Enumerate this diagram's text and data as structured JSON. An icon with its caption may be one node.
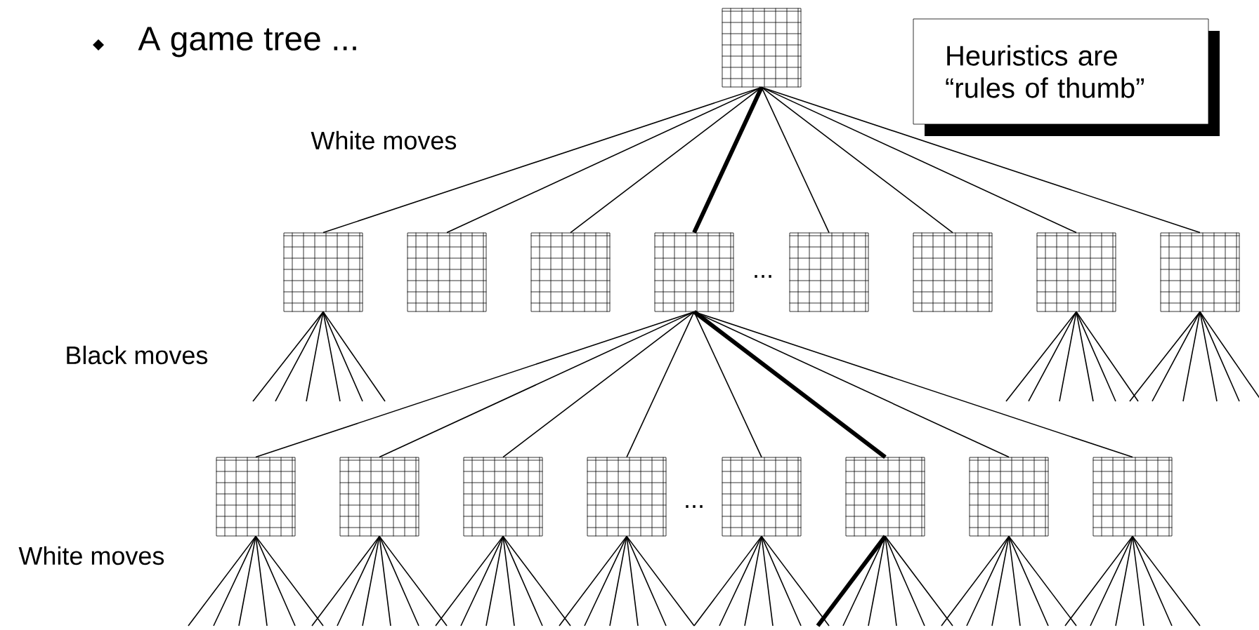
{
  "diagram": {
    "nodes": [
      {
        "text": [],
        "shape": "grid"
      },
      {
        "text": [
          "Heuristics are “rules of thumb”"
        ]
      },
      {
        "text": [],
        "shape": "grid"
      },
      {
        "text": [],
        "shape": "grid"
      },
      {
        "text": [],
        "shape": "grid"
      },
      {
        "text": [],
        "shape": "grid"
      },
      {
        "text": [],
        "shape": "grid"
      },
      {
        "text": [],
        "shape": "grid"
      },
      {
        "text": [],
        "shape": "grid"
      },
      {
        "text": [],
        "shape": "grid"
      },
      {
        "text": [],
        "shape": "grid"
      },
      {
        "text": [],
        "shape": "grid"
      },
      {
        "text": [],
        "shape": "grid"
      },
      {
        "text": [],
        "shape": "grid"
      },
      {
        "text": [],
        "shape": "grid"
      },
      {
        "text": [],
        "shape": "grid"
      },
      {
        "text": [],
        "shape": "grid"
      },
      {
        "text": [],
        "shape": "grid"
      }
    ],
    "edges": [
      {
        "from": 0,
        "to": 2,
        "arrow": "none"
      },
      {
        "from": 0,
        "to": 3,
        "arrow": "none"
      },
      {
        "from": 0,
        "to": 4,
        "arrow": "none"
      },
      {
        "from": 0,
        "to": 5,
        "arrow": "none",
        "style": "thick"
      },
      {
        "from": 0,
        "to": 6,
        "arrow": "none"
      },
      {
        "from": 0,
        "to": 7,
        "arrow": "none"
      },
      {
        "from": 0,
        "to": 8,
        "arrow": "none"
      },
      {
        "from": 0,
        "to": 9,
        "arrow": "none"
      },
      {
        "from": 5,
        "to": 10,
        "arrow": "none"
      },
      {
        "from": 5,
        "to": 11,
        "arrow": "none"
      },
      {
        "from": 5,
        "to": 12,
        "arrow": "none"
      },
      {
        "from": 5,
        "to": 13,
        "arrow": "none"
      },
      {
        "from": 5,
        "to": 14,
        "arrow": "none"
      },
      {
        "from": 5,
        "to": 15,
        "arrow": "none",
        "style": "thick"
      },
      {
        "from": 5,
        "to": 16,
        "arrow": "none"
      },
      {
        "from": 5,
        "to": 17,
        "arrow": "none"
      },
      {
        "from": 2,
        "to": null,
        "arrow": "none"
      },
      {
        "from": 2,
        "to": null,
        "arrow": "none"
      },
      {
        "from": 2,
        "to": null,
        "arrow": "none"
      },
      {
        "from": 2,
        "to": null,
        "arrow": "none"
      },
      {
        "from": 2,
        "to": null,
        "arrow": "none"
      },
      {
        "from": 2,
        "to": null,
        "arrow": "none"
      },
      {
        "from": 8,
        "to": null,
        "arrow": "none"
      },
      {
        "from": 8,
        "to": null,
        "arrow": "none"
      },
      {
        "from": 8,
        "to": null,
        "arrow": "none"
      },
      {
        "from": 8,
        "to": null,
        "arrow": "none"
      },
      {
        "from": 8,
        "to": null,
        "arrow": "none"
      },
      {
        "from": 8,
        "to": null,
        "arrow": "none"
      },
      {
        "from": 9,
        "to": null,
        "arrow": "none"
      },
      {
        "from": 9,
        "to": null,
        "arrow": "none"
      },
      {
        "from": 9,
        "to": null,
        "arrow": "none"
      },
      {
        "from": 9,
        "to": null,
        "arrow": "none"
      },
      {
        "from": 9,
        "to": null,
        "arrow": "none"
      },
      {
        "from": 9,
        "to": null,
        "arrow": "none"
      },
      {
        "from": 10,
        "to": null,
        "arrow": "none"
      },
      {
        "from": 10,
        "to": null,
        "arrow": "none"
      },
      {
        "from": 10,
        "to": null,
        "arrow": "none"
      },
      {
        "from": 10,
        "to": null,
        "arrow": "none"
      },
      {
        "from": 10,
        "to": null,
        "arrow": "none"
      },
      {
        "from": 10,
        "to": null,
        "arrow": "none"
      },
      {
        "from": 11,
        "to": null,
        "arrow": "none"
      },
      {
        "from": 11,
        "to": null,
        "arrow": "none"
      },
      {
        "from": 11,
        "to": null,
        "arrow": "none"
      },
      {
        "from": 11,
        "to": null,
        "arrow": "none"
      },
      {
        "from": 11,
        "to": null,
        "arrow": "none"
      },
      {
        "from": 11,
        "to": null,
        "arrow": "none"
      },
      {
        "from": 12,
        "to": null,
        "arrow": "none"
      },
      {
        "from": 12,
        "to": null,
        "arrow": "none"
      },
      {
        "from": 12,
        "to": null,
        "arrow": "none"
      },
      {
        "from": 12,
        "to": null,
        "arrow": "none"
      },
      {
        "from": 12,
        "to": null,
        "arrow": "none"
      },
      {
        "from": 12,
        "to": null,
        "arrow": "none"
      },
      {
        "from": 13,
        "to": null,
        "arrow": "none"
      },
      {
        "from": 13,
        "to": null,
        "arrow": "none"
      },
      {
        "from": 13,
        "to": null,
        "arrow": "none"
      },
      {
        "from": 13,
        "to": null,
        "arrow": "none"
      },
      {
        "from": 13,
        "to": null,
        "arrow": "none"
      },
      {
        "from": 13,
        "to": null,
        "arrow": "none"
      },
      {
        "from": 14,
        "to": null,
        "arrow": "none"
      },
      {
        "from": 14,
        "to": null,
        "arrow": "none"
      },
      {
        "from": 14,
        "to": null,
        "arrow": "none"
      },
      {
        "from": 14,
        "to": null,
        "arrow": "none"
      },
      {
        "from": 14,
        "to": null,
        "arrow": "none"
      },
      {
        "from": 14,
        "to": null,
        "arrow": "none"
      },
      {
        "from": 15,
        "to": null,
        "arrow": "none",
        "style": "thick"
      },
      {
        "from": 15,
        "to": null,
        "arrow": "none"
      },
      {
        "from": 15,
        "to": null,
        "arrow": "none"
      },
      {
        "from": 15,
        "to": null,
        "arrow": "none"
      },
      {
        "from": 15,
        "to": null,
        "arrow": "none"
      },
      {
        "from": 15,
        "to": null,
        "arrow": "none"
      },
      {
        "from": 16,
        "to": null,
        "arrow": "none"
      },
      {
        "from": 16,
        "to": null,
        "arrow": "none"
      },
      {
        "from": 16,
        "to": null,
        "arrow": "none"
      },
      {
        "from": 16,
        "to": null,
        "arrow": "none"
      },
      {
        "from": 16,
        "to": null,
        "arrow": "none"
      },
      {
        "from": 16,
        "to": null,
        "arrow": "none"
      },
      {
        "from": 17,
        "to": null,
        "arrow": "none"
      },
      {
        "from": 17,
        "to": null,
        "arrow": "none"
      },
      {
        "from": 17,
        "to": null,
        "arrow": "none"
      },
      {
        "from": 17,
        "to": null,
        "arrow": "none"
      },
      {
        "from": 17,
        "to": null,
        "arrow": "none"
      },
      {
        "from": 17,
        "to": null,
        "arrow": "none"
      }
    ],
    "labels": [
      "A game tree ...",
      "White moves",
      "...",
      "Black moves",
      "...",
      "White moves"
    ]
  }
}
